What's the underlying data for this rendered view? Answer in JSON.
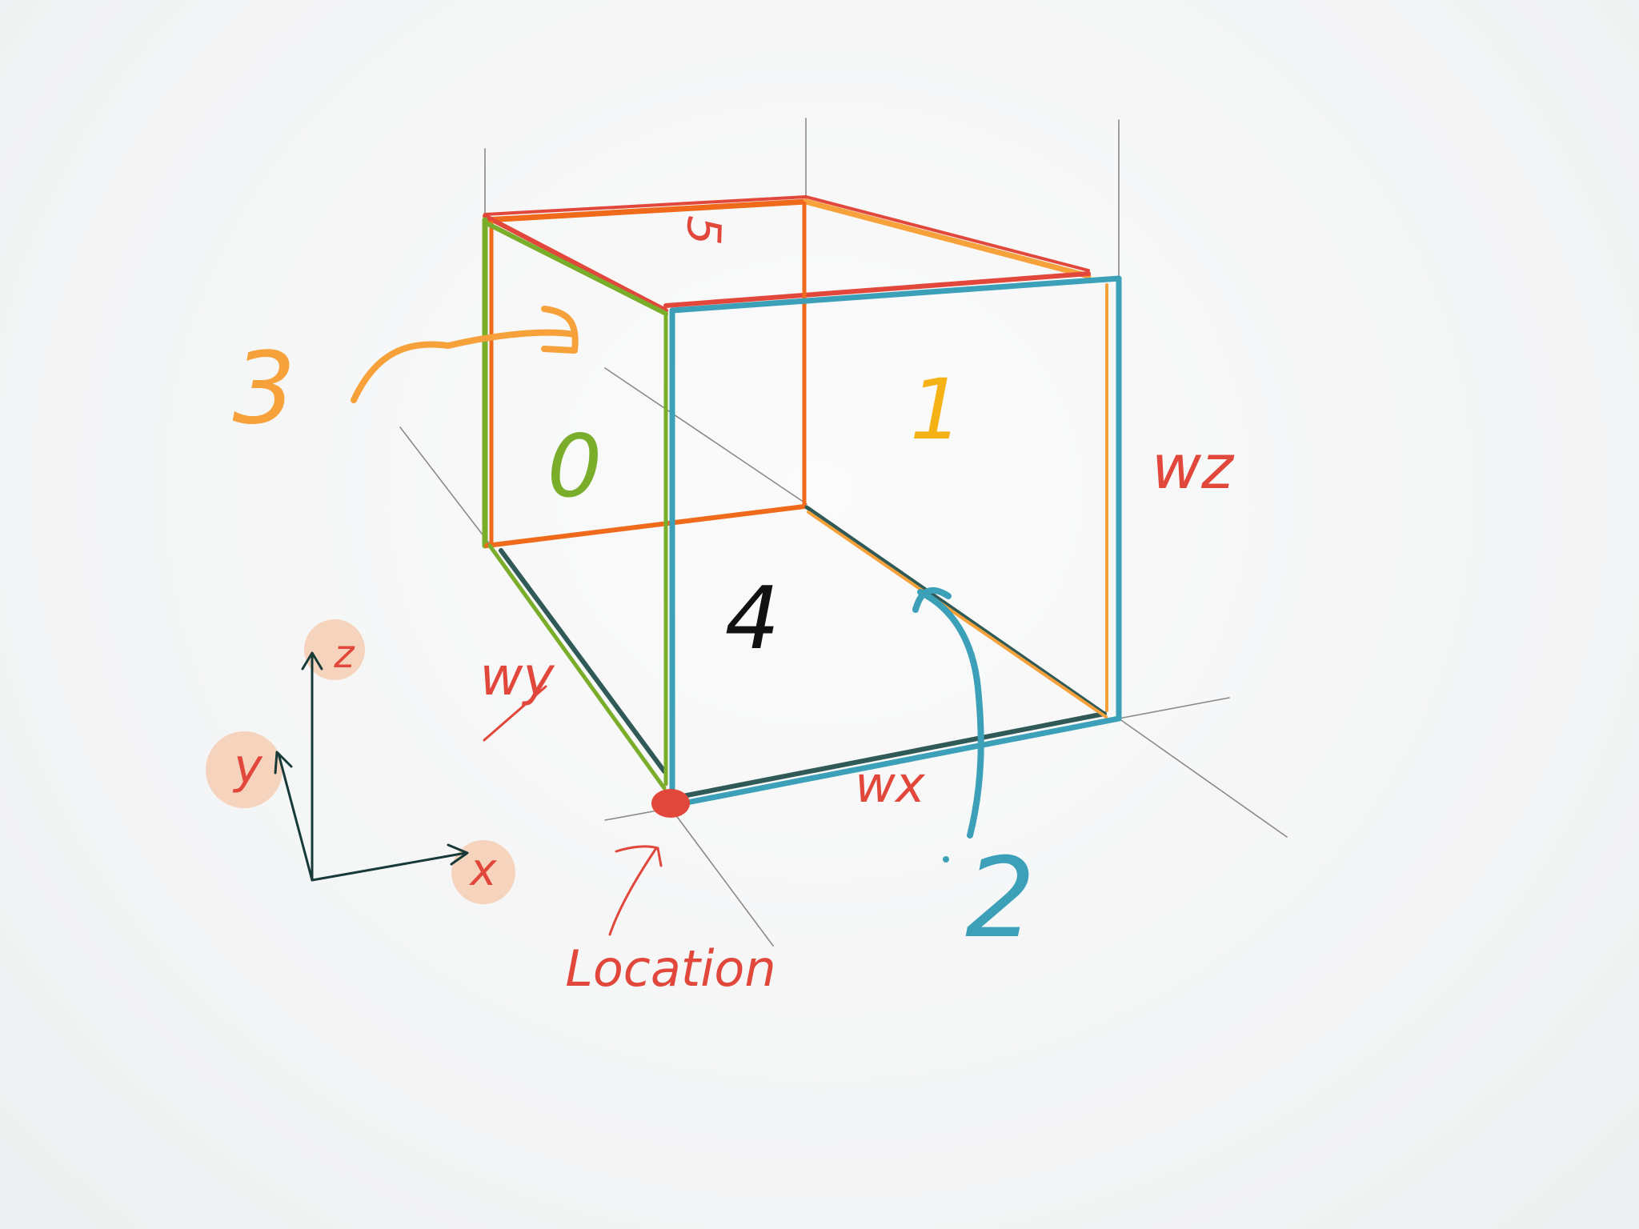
{
  "diagram": {
    "face_labels": {
      "bottom": "0",
      "right": "1",
      "front": "2",
      "left": "3",
      "back": "4",
      "top": "5"
    },
    "dimension_labels": {
      "width_x": "wx",
      "width_y": "wy",
      "width_z": "wz"
    },
    "origin_label": "Location",
    "axes": {
      "x": "x",
      "y": "y",
      "z": "z"
    },
    "colors": {
      "background": "#f4f5f6",
      "red": "#e2473b",
      "orange": "#ef6a1a",
      "light_orange": "#f6a13a",
      "yellow": "#f5b214",
      "green": "#79ad2a",
      "teal": "#3ba0b8",
      "dark_slate": "#2f5a57",
      "black": "#111111",
      "guide_gray": "#8a8a8a",
      "axis_dark": "#173a38",
      "highlight": "#f6c7a8"
    }
  }
}
